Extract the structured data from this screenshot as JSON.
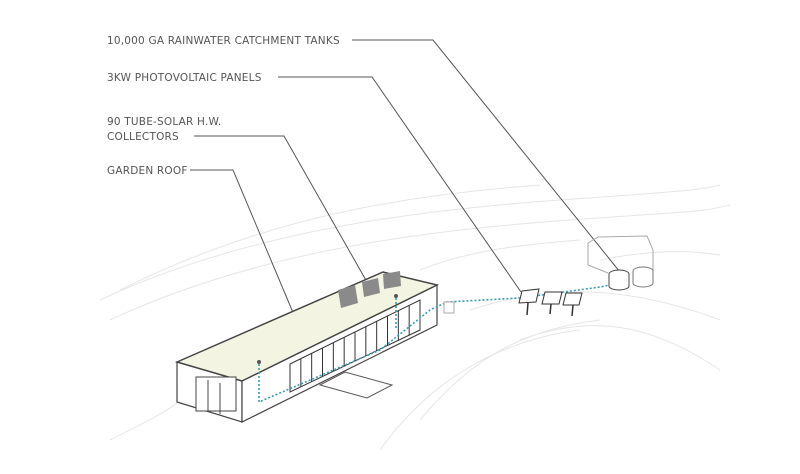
{
  "labels": {
    "rainwater": "10,000 GA RAINWATER CATCHMENT TANKS",
    "photovoltaic": "3KW PHOTOVOLTAIC PANELS",
    "solar_line1": "90 TUBE-SOLAR H.W.",
    "solar_line2": "COLLECTORS",
    "garden_roof": "GARDEN ROOF"
  },
  "colors": {
    "roof": "#f3f4e2",
    "pipe": "#3a9bb5",
    "collector": "#8a8a8a",
    "leader": "#555555"
  }
}
